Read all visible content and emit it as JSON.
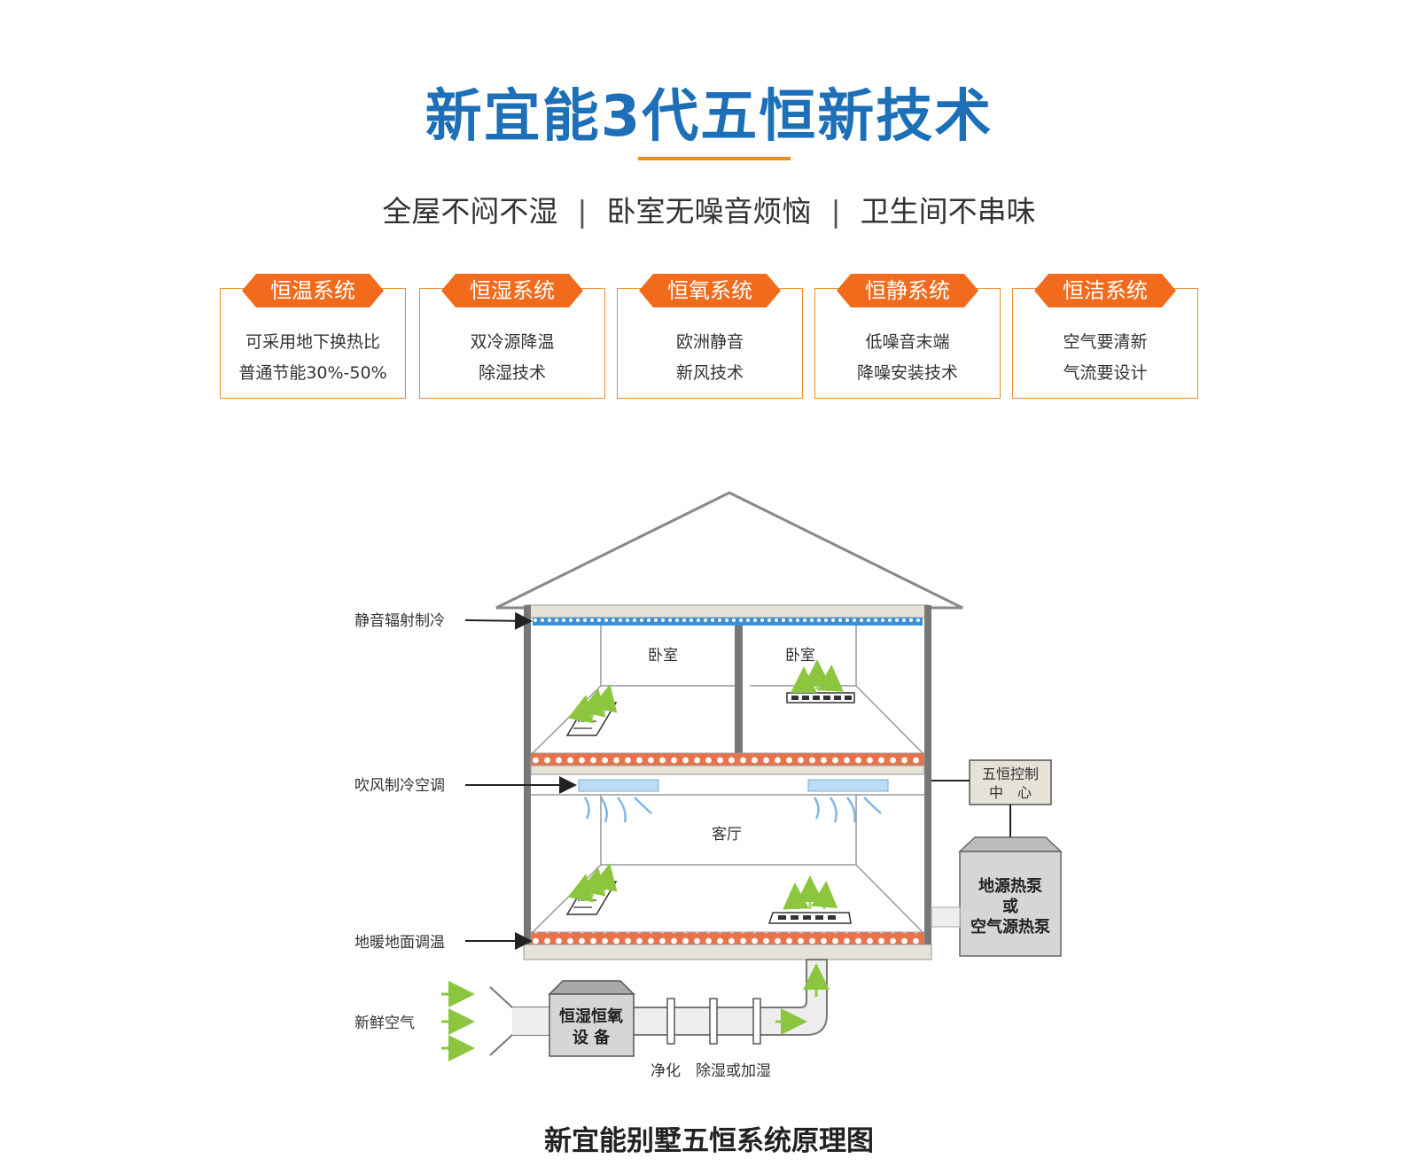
{
  "header": {
    "title": "新宜能3代五恒新技术",
    "subtitle_parts": [
      "全屋不闷不湿",
      "卧室无噪音烦恼",
      "卫生间不串味"
    ],
    "separator": "|"
  },
  "systems": [
    {
      "tag": "恒温系统",
      "line1": "可采用地下换热比",
      "line2": "普通节能30%-50%"
    },
    {
      "tag": "恒湿系统",
      "line1": "双冷源降温",
      "line2": "除湿技术"
    },
    {
      "tag": "恒氧系统",
      "line1": "欧洲静音",
      "line2": "新风技术"
    },
    {
      "tag": "恒静系统",
      "line1": "低噪音末端",
      "line2": "降噪安装技术"
    },
    {
      "tag": "恒洁系统",
      "line1": "空气要清新",
      "line2": "气流要设计"
    }
  ],
  "diagram": {
    "labels": {
      "radiant": "静音辐射制冷",
      "ac": "吹风制冷空调",
      "floor": "地暖地面调温",
      "fresh": "新鲜空气"
    },
    "rooms": {
      "bedroom_left": "卧室",
      "bedroom_right": "卧室",
      "living": "客厅"
    },
    "control": {
      "line1": "五恒控制",
      "line2": "中　心"
    },
    "pump": {
      "line1": "地源热泵",
      "line2": "或",
      "line3": "空气源热泵"
    },
    "device": {
      "line1": "恒湿恒氧",
      "line2": "设 备"
    },
    "process": "净化　除湿或加湿"
  },
  "caption": "新宜能别墅五恒系统原理图",
  "colors": {
    "title_blue": "#1d6fb8",
    "accent_orange": "#f26b1d",
    "border_orange": "#f08a24",
    "pipe_red": "#e8734a",
    "radiant_blue": "#3a8fd6",
    "arrow_green": "#8cc63f"
  }
}
